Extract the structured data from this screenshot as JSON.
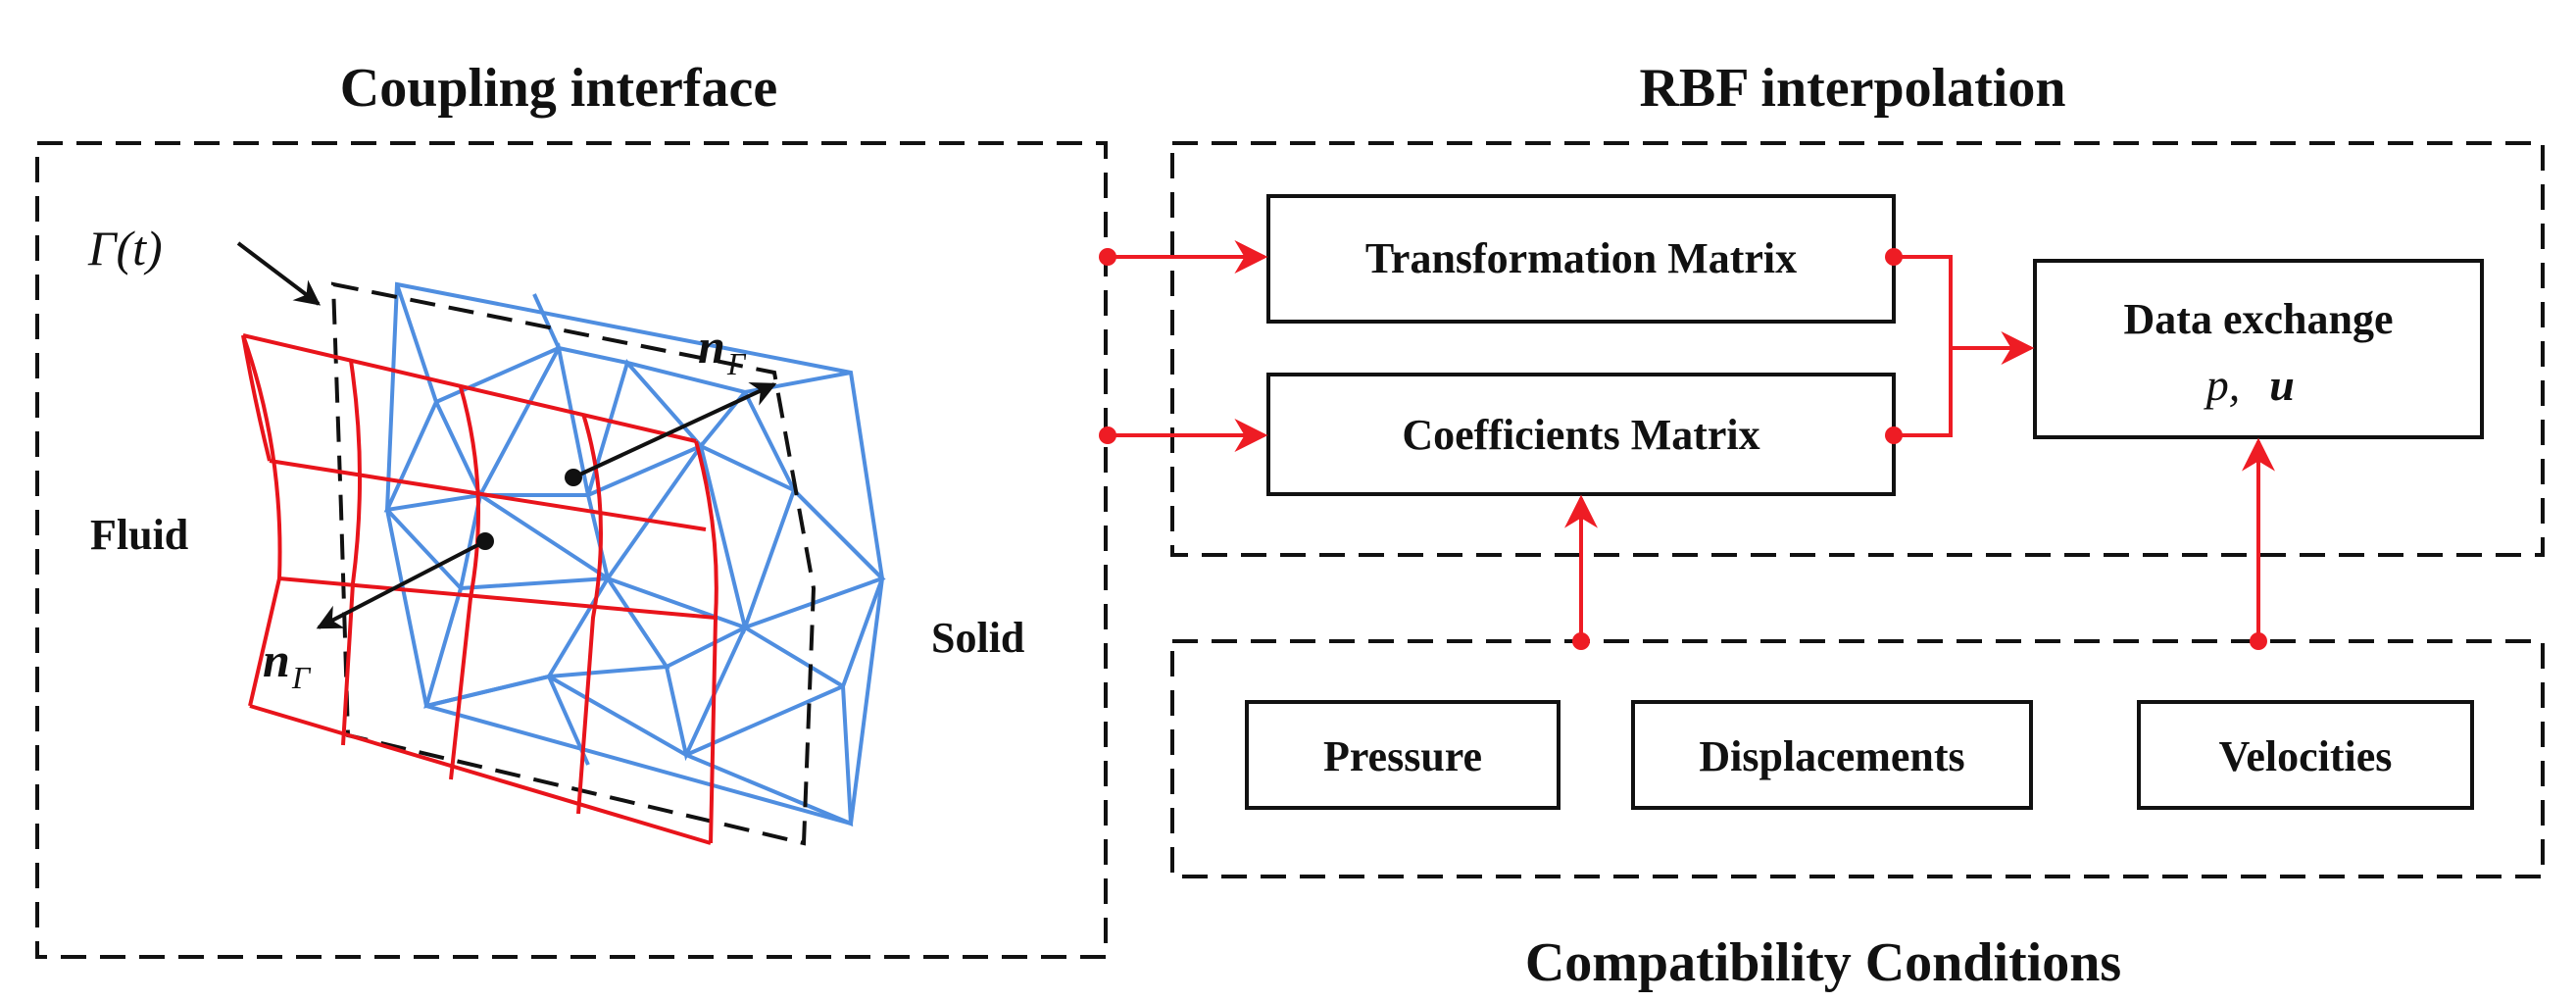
{
  "titles": {
    "coupling": "Coupling interface",
    "rbf": "RBF interpolation",
    "compat": "Compatibility Conditions"
  },
  "labels": {
    "gamma": "Γ(t)",
    "fluid": "Fluid",
    "solid": "Solid",
    "normal_bold": "n",
    "normal_sub": "Γ"
  },
  "boxes": {
    "transformation": "Transformation Matrix",
    "coefficients": "Coefficients Matrix",
    "exchange_line1": "Data exchange",
    "exchange_p": "p,",
    "exchange_u": "u",
    "pressure": "Pressure",
    "displacements": "Displacements",
    "velocities": "Velocities"
  },
  "colors": {
    "fluid_mesh": "#e8141b",
    "solid_mesh": "#4f8ee0",
    "flow_arrows": "#ee1c24"
  }
}
